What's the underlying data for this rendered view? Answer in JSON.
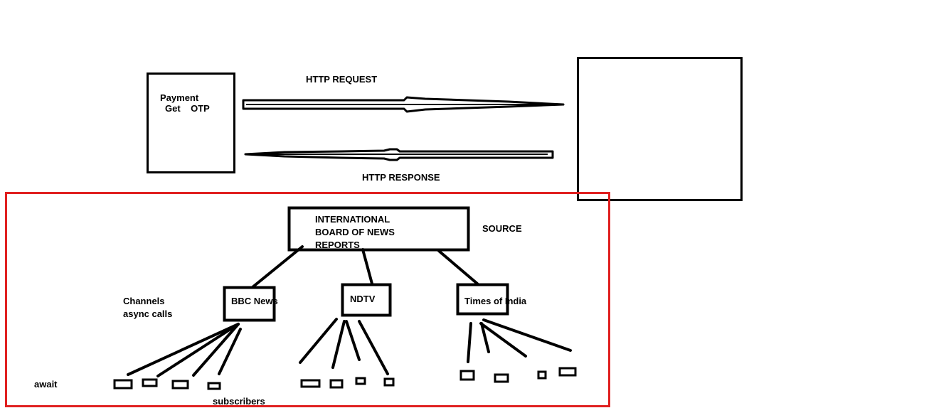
{
  "colors": {
    "ink": "#000000",
    "highlight": "#e02020",
    "background": "#ffffff"
  },
  "top": {
    "client_line1": "Payment",
    "client_line2": "Get    OTP",
    "request_label": "HTTP REQUEST",
    "response_label": "HTTP RESPONSE"
  },
  "pubsub": {
    "source_line1": "INTERNATIONAL",
    "source_line2": "BOARD OF NEWS",
    "source_line3": "REPORTS",
    "source_caption": "SOURCE",
    "channels_line1": "Channels",
    "channels_line2": "async calls",
    "channel_1": "BBC News",
    "channel_2": "NDTV",
    "channel_3": "Times of India",
    "await_label": "await",
    "subscribers_label": "subscribers"
  }
}
